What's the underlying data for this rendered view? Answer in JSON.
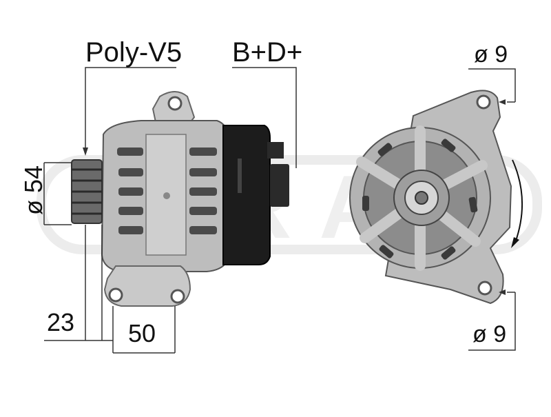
{
  "watermark": {
    "text": "ERA"
  },
  "labels": {
    "pulley_type": "Poly-V5",
    "terminals": "B+D+",
    "pulley_diameter": "ø 54",
    "pulley_offset": "23",
    "mount_width": "50",
    "mount_hole_top": "ø 9",
    "mount_hole_bottom": "ø 9"
  },
  "colors": {
    "metal_light": "#d8d8d8",
    "metal_mid": "#a9a9a9",
    "metal_dark": "#5c5c5c",
    "plastic": "#1a1a1a",
    "line": "#333333",
    "watermark": "#e9e9e9"
  }
}
